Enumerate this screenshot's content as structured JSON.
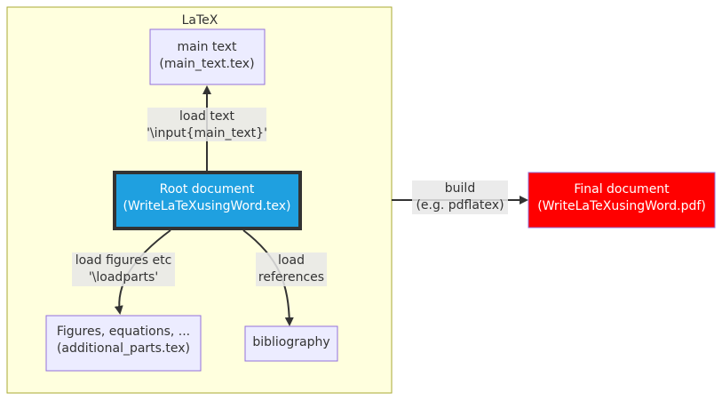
{
  "cluster": {
    "title": "LaTeX"
  },
  "nodes": {
    "main_text": {
      "line1": "main text",
      "line2": "(main_text.tex)"
    },
    "root": {
      "line1": "Root document",
      "line2": "(WriteLaTeXusingWord.tex)"
    },
    "figures": {
      "line1": "Figures, equations, ...",
      "line2": "(additional_parts.tex)"
    },
    "bibliography": {
      "line1": "bibliography"
    },
    "final": {
      "line1": "Final document",
      "line2": "(WriteLaTeXusingWord.pdf)"
    }
  },
  "edges": {
    "load_text": {
      "line1": "load text",
      "line2": "'\\input{main_text}'"
    },
    "load_figures": {
      "line1": "load figures etc",
      "line2": "'\\loadparts'"
    },
    "load_references": {
      "line1": "load",
      "line2": "references"
    },
    "build": {
      "line1": "build",
      "line2": "(e.g. pdflatex)"
    }
  },
  "colors": {
    "cluster_fill": "#ffffde",
    "cluster_stroke": "#aaaa33",
    "node_fill": "#ececff",
    "node_stroke": "#9370db",
    "root_fill": "#1fa0e0",
    "root_stroke": "#333333",
    "final_fill": "#ff0000",
    "final_stroke": "#9370db",
    "edge": "#333333"
  }
}
